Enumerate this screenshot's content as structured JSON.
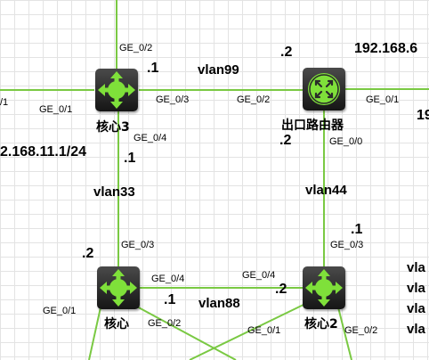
{
  "colors": {
    "link": "#7ac943",
    "icon": "#7fe03a",
    "device_bg": "#222222"
  },
  "devices": {
    "core3": {
      "label": "核心3",
      "icon": "l3-switch-icon"
    },
    "egress_router": {
      "label": "出口路由器",
      "icon": "router-icon"
    },
    "core": {
      "label": "核心",
      "icon": "l3-switch-icon"
    },
    "core2": {
      "label": "核心2",
      "icon": "l3-switch-icon"
    }
  },
  "ports": {
    "core3_ge02": "GE_0/2",
    "core3_ge01": "GE_0/1",
    "core3_ge03": "GE_0/3",
    "core3_ge04": "GE_0/4",
    "left_ge01": "/1",
    "router_ge02": "GE_0/2",
    "router_ge01": "GE_0/1",
    "router_ge00": "GE_0/0",
    "core_ge03": "GE_0/3",
    "core_ge04": "GE_0/4",
    "core_ge01": "GE_0/1",
    "core_ge02": "GE_0/2",
    "core2_ge03": "GE_0/3",
    "core2_ge04": "GE_0/4",
    "core2_ge01": "GE_0/1",
    "core2_ge02": "GE_0/2"
  },
  "addresses": {
    "core3_vlan99": ".1",
    "router_vlan99": ".2",
    "router_top_ip": "192.168.6",
    "core3_subnet": "2.168.11.1/24",
    "core3_vlan33": ".1",
    "router_vlan44": ".2",
    "core_vlan33": ".2",
    "core2_vlan44": ".1",
    "core_vlan88": ".1",
    "core2_vlan88": ".2",
    "right_cut": "19"
  },
  "vlans": {
    "v99": "vlan99",
    "v33": "vlan33",
    "v44": "vlan44",
    "v88": "vlan88",
    "right_list": [
      "vla",
      "vla",
      "vla",
      "vla"
    ]
  }
}
